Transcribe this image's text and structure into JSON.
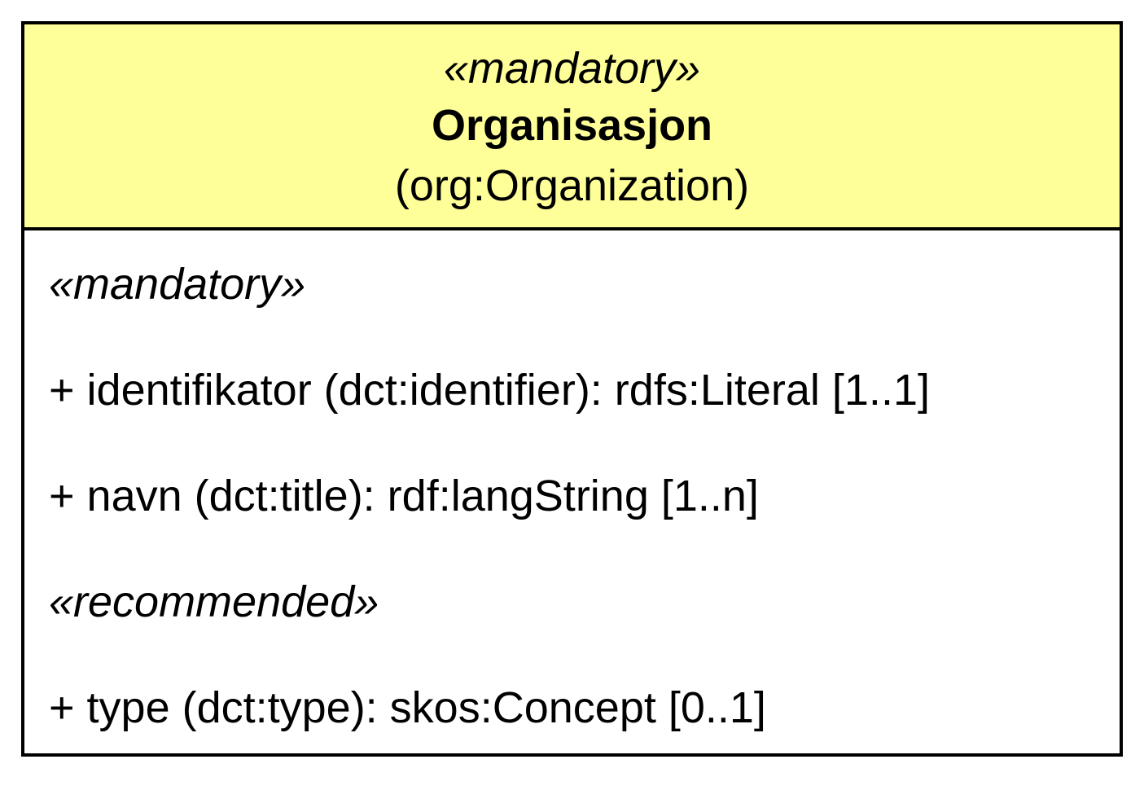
{
  "class": {
    "stereotype": "«mandatory»",
    "name": "Organisasjon",
    "uri": "(org:Organization)",
    "colors": {
      "header_fill": "#ffff99",
      "border": "#000000",
      "body_fill": "#ffffff"
    }
  },
  "attributes": {
    "mandatory_label": "«mandatory»",
    "mandatory": [
      "+ identifikator (dct:identifier): rdfs:Literal [1..1]",
      "+ navn (dct:title): rdf:langString [1..n]"
    ],
    "recommended_label": "«recommended»",
    "recommended": [
      "+ type (dct:type): skos:Concept [0..1]"
    ]
  }
}
